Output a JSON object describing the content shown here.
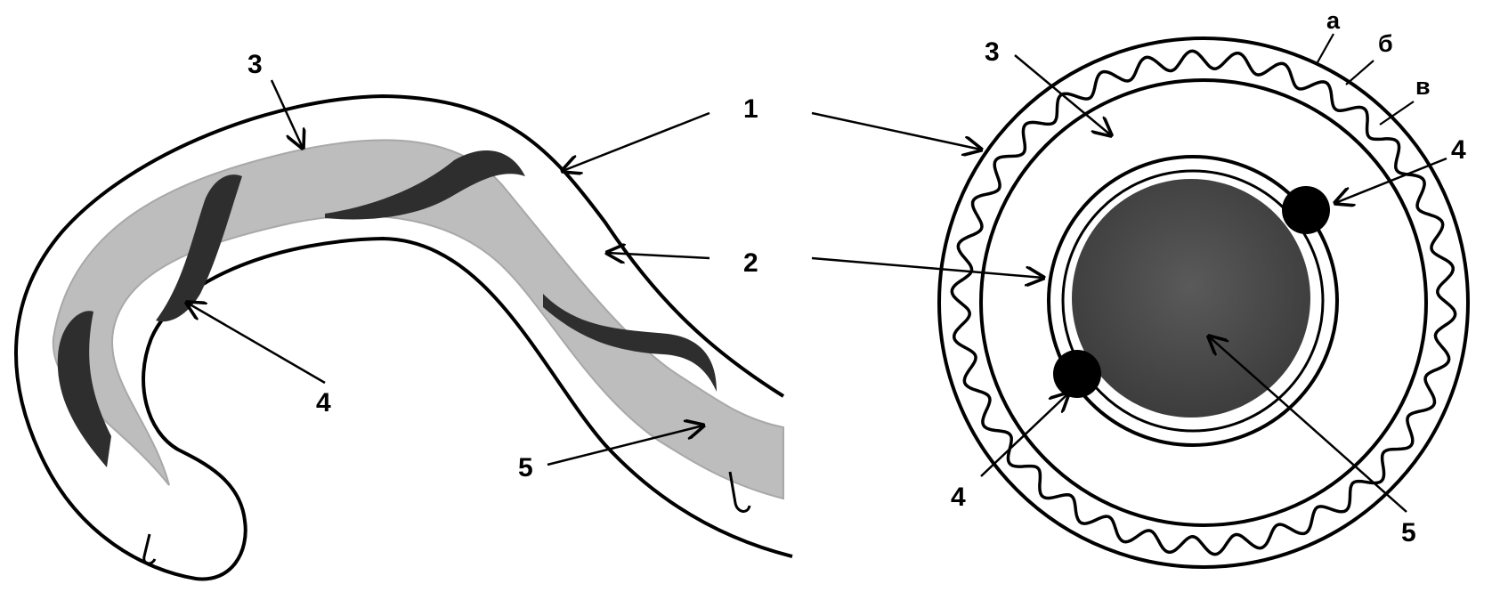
{
  "figure": {
    "colors": {
      "ink": "#000000",
      "gut": "#bdbdbd",
      "gut_edge": "#a8a8a8",
      "gonad": "#2e2e2e",
      "pharynx": "#4f4f4f",
      "pharynx_dark": "#3a3a3a",
      "background": "#ffffff"
    },
    "center_labels": {
      "1": "1",
      "2": "2"
    },
    "longitudinal": {
      "3": "3",
      "4": "4",
      "5": "5"
    },
    "cross_section": {
      "3": "3",
      "4a": "4",
      "4b": "4",
      "5": "5",
      "a": "а",
      "b": "б",
      "v": "в"
    }
  }
}
